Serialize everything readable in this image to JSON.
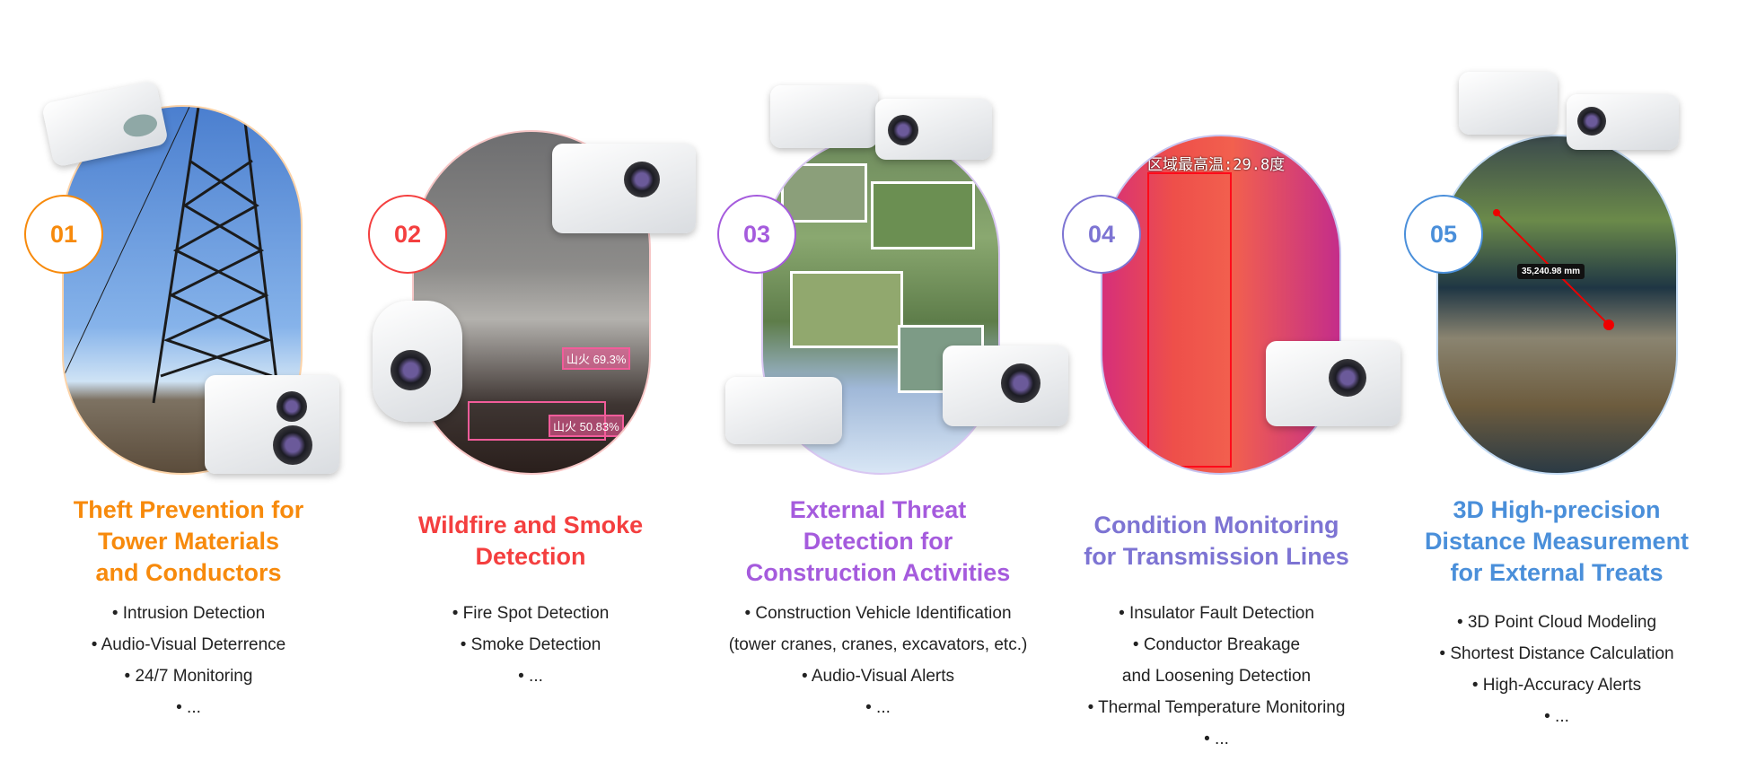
{
  "colors": {
    "orange": "#F78A0C",
    "red": "#F43F3F",
    "purple": "#A55BDD",
    "indigo": "#7D74D3",
    "blue": "#4A8FDA"
  },
  "cards": [
    {
      "number": "01",
      "title": [
        "Theft Prevention for",
        "Tower Materials",
        "and Conductors"
      ],
      "bullets": [
        "• Intrusion Detection",
        "• Audio-Visual Deterrence",
        "• 24/7 Monitoring",
        "• ..."
      ]
    },
    {
      "number": "02",
      "title": [
        "Wildfire and Smoke",
        "Detection"
      ],
      "bullets": [
        "• Fire Spot Detection",
        "• Smoke Detection",
        "• ..."
      ],
      "overlays": [
        "山火 69.3%",
        "山火 50.83%"
      ]
    },
    {
      "number": "03",
      "title": [
        "External Threat",
        "Detection for",
        "Construction Activities"
      ],
      "bullets": [
        "• Construction Vehicle Identification",
        "(tower cranes, cranes, excavators, etc.)",
        "• Audio-Visual Alerts",
        "• ..."
      ]
    },
    {
      "number": "04",
      "title": [
        "Condition Monitoring",
        "for Transmission Lines"
      ],
      "bullets": [
        "• Insulator Fault Detection",
        "• Conductor Breakage",
        "and Loosening Detection",
        "• Thermal Temperature Monitoring",
        "• ..."
      ],
      "overlay": "区域最高温:29.8度"
    },
    {
      "number": "05",
      "title": [
        "3D High-precision",
        "Distance Measurement",
        "for External Treats"
      ],
      "bullets": [
        "• 3D Point Cloud Modeling",
        "• Shortest Distance Calculation",
        "• High-Accuracy Alerts",
        "• ..."
      ],
      "overlay": "35,240.98 mm"
    }
  ]
}
